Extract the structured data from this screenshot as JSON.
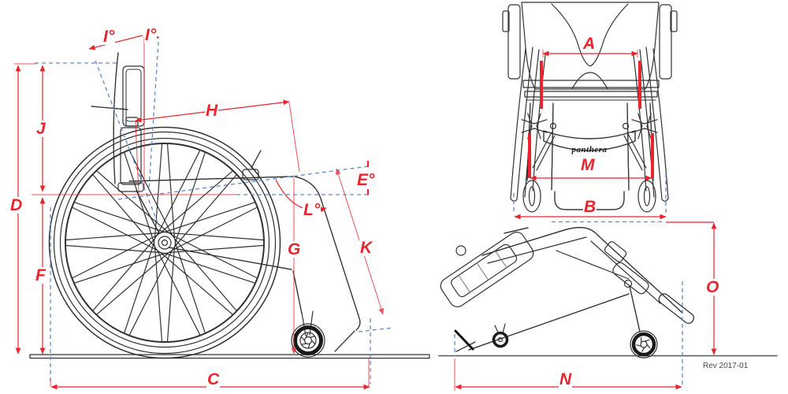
{
  "page": {
    "background": "#ffffff"
  },
  "colors": {
    "dimension_red": "#e8252c",
    "construction_blue": "#5b8bd0",
    "artwork_dark": "#303234",
    "ground_gray": "#58595b"
  },
  "views": {
    "side": {
      "name": "side-view",
      "labels": {
        "I_left": "I°",
        "I_right": "I°",
        "J": "J",
        "D": "D",
        "F": "F",
        "H": "H",
        "E": "E°",
        "L": "L°",
        "G": "G",
        "K": "K",
        "C": "C"
      }
    },
    "front": {
      "name": "front-view",
      "labels": {
        "A": "A",
        "M": "M",
        "B": "B"
      },
      "logo_text": "panthera"
    },
    "folded": {
      "name": "folded-view",
      "labels": {
        "O": "O",
        "N": "N"
      }
    }
  },
  "footer": {
    "revision": "Rev 2017-01"
  }
}
